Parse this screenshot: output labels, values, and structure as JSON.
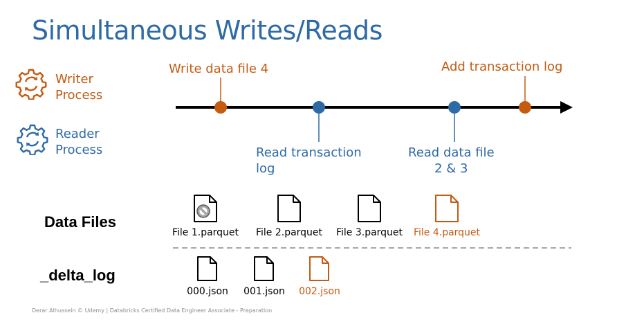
{
  "title": "Simultaneous Writes/Reads",
  "legend": {
    "writer": {
      "label_line1": "Writer",
      "label_line2": "Process",
      "icon": "gear-sync-icon",
      "color": "#c55a11"
    },
    "reader": {
      "label_line1": "Reader",
      "label_line2": "Process",
      "icon": "gear-sync-icon",
      "color": "#2e6aa6"
    }
  },
  "timeline": {
    "events": [
      {
        "label": "Write data file 4",
        "process": "writer"
      },
      {
        "label_line1": "Read transaction",
        "label_line2": "log",
        "process": "reader"
      },
      {
        "label_line1": "Read data file",
        "label_line2": "2 & 3",
        "process": "reader"
      },
      {
        "label": "Add transaction log",
        "process": "writer"
      }
    ]
  },
  "data_files": {
    "label": "Data Files",
    "files": [
      {
        "name": "File 1.parquet",
        "state": "removed"
      },
      {
        "name": "File 2.parquet",
        "state": "normal"
      },
      {
        "name": "File 3.parquet",
        "state": "normal"
      },
      {
        "name": "File 4.parquet",
        "state": "new"
      }
    ]
  },
  "delta_log": {
    "label": "_delta_log",
    "files": [
      {
        "name": "000.json",
        "state": "normal"
      },
      {
        "name": "001.json",
        "state": "normal"
      },
      {
        "name": "002.json",
        "state": "new"
      }
    ]
  },
  "footer": "Derar Alhussein © Udemy | Databricks Certified Data Engineer Associate - Preparation",
  "colors": {
    "writer": "#c55a11",
    "reader": "#2e6aa6",
    "title": "#2e6aa6"
  }
}
